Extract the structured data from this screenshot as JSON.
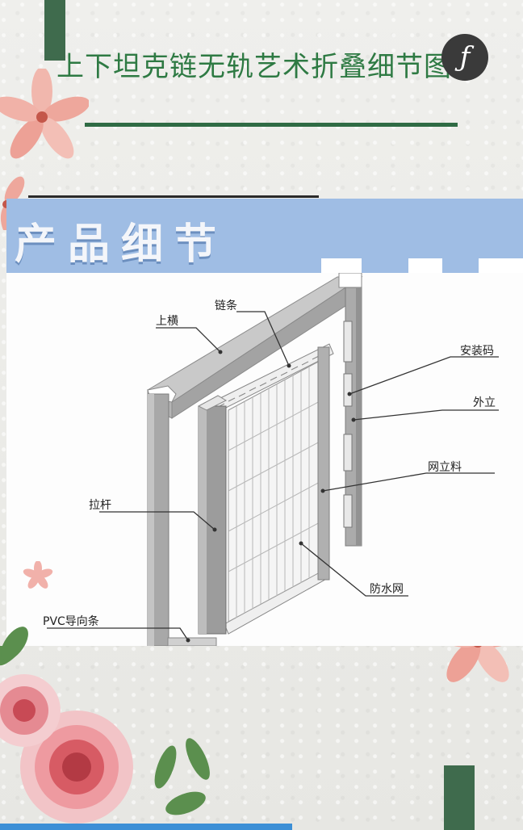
{
  "header": {
    "title": "上下坦克链无轨艺术折叠细节图",
    "logo_glyph": "ƒ"
  },
  "banner": {
    "title": "产品细节"
  },
  "labels": {
    "top_rail": "上横",
    "chain": "链条",
    "mounting_clip": "安装码",
    "outer_post": "外立",
    "mesh_post": "网立料",
    "pull_bar": "拉杆",
    "waterproof_mesh": "防水网",
    "pvc_guide": "PVC导向条"
  },
  "colors": {
    "title_green": "#2e7a43",
    "accent_green": "#3f6b4d",
    "banner_blue": "#9fbde4",
    "frame_gray": "#a9a9a9"
  }
}
